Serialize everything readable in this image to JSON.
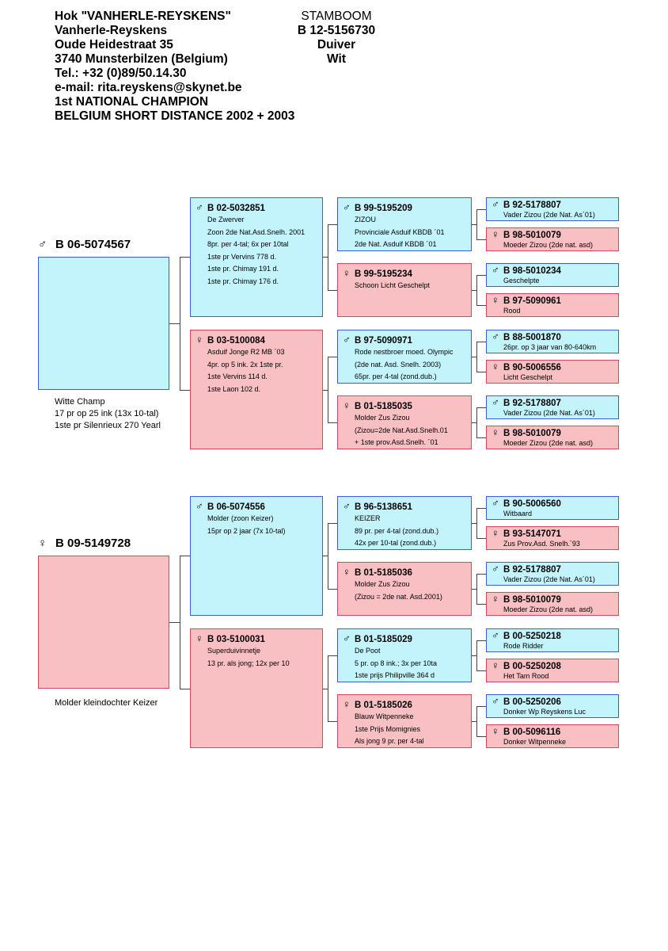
{
  "header": {
    "lines": [
      "Hok \"VANHERLE-REYSKENS\"",
      "Vanherle-Reyskens",
      "Oude Heidestraat 35",
      "3740 Munsterbilzen (Belgium)",
      "Tel.: +32 (0)89/50.14.30",
      "e-mail: rita.reyskens@skynet.be",
      "1st NATIONAL CHAMPION",
      "BELGIUM SHORT DISTANCE 2002 + 2003"
    ]
  },
  "stamboom": {
    "title": "STAMBOOM",
    "ring": "B 12-5156730",
    "type": "Duiver",
    "color": "Wit"
  },
  "symbols": {
    "male": "♂",
    "female": "♀"
  },
  "pedigrees": [
    {
      "subject": {
        "ring": "B 06-5074567",
        "desc": [
          "Witte Champ",
          "17 pr op 25 ink (13x 10-tal)",
          "1ste pr Silenrieux 270 Yearl"
        ]
      },
      "parents": [
        {
          "ring": "B 02-5032851",
          "lines": [
            "De Zwerver",
            "Zoon 2de Nat.Asd.Snelh. 2001",
            "8pr. per 4-tal; 6x per 10tal",
            "1ste pr Vervins 778 d.",
            "1ste pr. Chimay 191 d.",
            "1ste pr. Chimay 176 d."
          ]
        },
        {
          "ring": "B 03-5100084",
          "lines": [
            "Asduif Jonge R2 MB ´03",
            "4pr. op 5 ink. 2x 1ste pr.",
            "1ste Vervins 114 d.",
            "1ste Laon 102 d."
          ]
        }
      ],
      "grandparents": [
        {
          "ring": "B 99-5195209",
          "lines": [
            "ZIZOU",
            "Provinciale Asduif KBDB ´01",
            "2de Nat. Asduif KBDB ´01"
          ]
        },
        {
          "ring": "B 99-5195234",
          "lines": [
            "Schoon Licht Geschelpt"
          ]
        },
        {
          "ring": "B 97-5090971",
          "lines": [
            "Rode nestbroer moed. Olympic",
            "(2de nat. Asd. Snelh. 2003)",
            "65pr. per 4-tal (zond.dub.)"
          ]
        },
        {
          "ring": "B 01-5185035",
          "lines": [
            "Molder Zus Zizou",
            "(Zizou=2de Nat.Asd.Snelh.01",
            "+ 1ste prov.Asd.Snelh. ´01"
          ]
        }
      ],
      "great": [
        {
          "ring": "B 92-5178807",
          "lines": [
            "Vader Zizou (2de Nat. As´01)"
          ]
        },
        {
          "ring": "B 98-5010079",
          "lines": [
            "Moeder Zizou (2de nat. asd)"
          ]
        },
        {
          "ring": "B 98-5010234",
          "lines": [
            "Geschelpte"
          ]
        },
        {
          "ring": "B 97-5090961",
          "lines": [
            "Rood"
          ]
        },
        {
          "ring": "B 88-5001870",
          "lines": [
            "26pr. op 3 jaar van 80-640km"
          ]
        },
        {
          "ring": "B 90-5006556",
          "lines": [
            "Licht Geschelpt"
          ]
        },
        {
          "ring": "B 92-5178807",
          "lines": [
            "Vader Zizou (2de Nat. As´01)"
          ]
        },
        {
          "ring": "B 98-5010079",
          "lines": [
            "Moeder Zizou (2de nat. asd)"
          ]
        }
      ]
    },
    {
      "subject": {
        "ring": "B 09-5149728",
        "desc": [
          "Molder kleindochter Keizer"
        ]
      },
      "parents": [
        {
          "ring": "B 06-5074556",
          "lines": [
            "Molder (zoon Keizer)",
            "15pr op 2 jaar (7x 10-tal)"
          ]
        },
        {
          "ring": "B 03-5100031",
          "lines": [
            "Superduivinnetje",
            "13 pr. als jong; 12x per 10"
          ]
        }
      ],
      "grandparents": [
        {
          "ring": "B 96-5138651",
          "lines": [
            "KEIZER",
            "89 pr. per 4-tal (zond.dub.)",
            "42x per 10-tal (zond.dub.)"
          ]
        },
        {
          "ring": "B 01-5185036",
          "lines": [
            "Molder Zus Zizou",
            "(Zizou = 2de nat. Asd.2001)"
          ]
        },
        {
          "ring": "B 01-5185029",
          "lines": [
            "De Poot",
            "5 pr. op 8 ink.; 3x per 10ta",
            "1ste prijs Philipville 364 d"
          ]
        },
        {
          "ring": "B 01-5185026",
          "lines": [
            "Blauw Witpenneke",
            "1ste Prijs Momignies",
            "Als jong 9 pr. per 4-tal"
          ]
        }
      ],
      "great": [
        {
          "ring": "B 90-5006560",
          "lines": [
            "Witbaard"
          ]
        },
        {
          "ring": "B 93-5147071",
          "lines": [
            "Zus Prov.Asd. Snelh.´93"
          ]
        },
        {
          "ring": "B 92-5178807",
          "lines": [
            "Vader Zizou (2de Nat. As´01)"
          ]
        },
        {
          "ring": "B 98-5010079",
          "lines": [
            "Moeder Zizou (2de nat. asd)"
          ]
        },
        {
          "ring": "B 00-5250218",
          "lines": [
            "Rode Ridder"
          ]
        },
        {
          "ring": "B 00-5250208",
          "lines": [
            "Het Tam Rood"
          ]
        },
        {
          "ring": "B 00-5250206",
          "lines": [
            "Donker Wp Reyskens Luc"
          ]
        },
        {
          "ring": "B 00-5096116",
          "lines": [
            "Donker Witpenneke"
          ]
        }
      ]
    }
  ]
}
